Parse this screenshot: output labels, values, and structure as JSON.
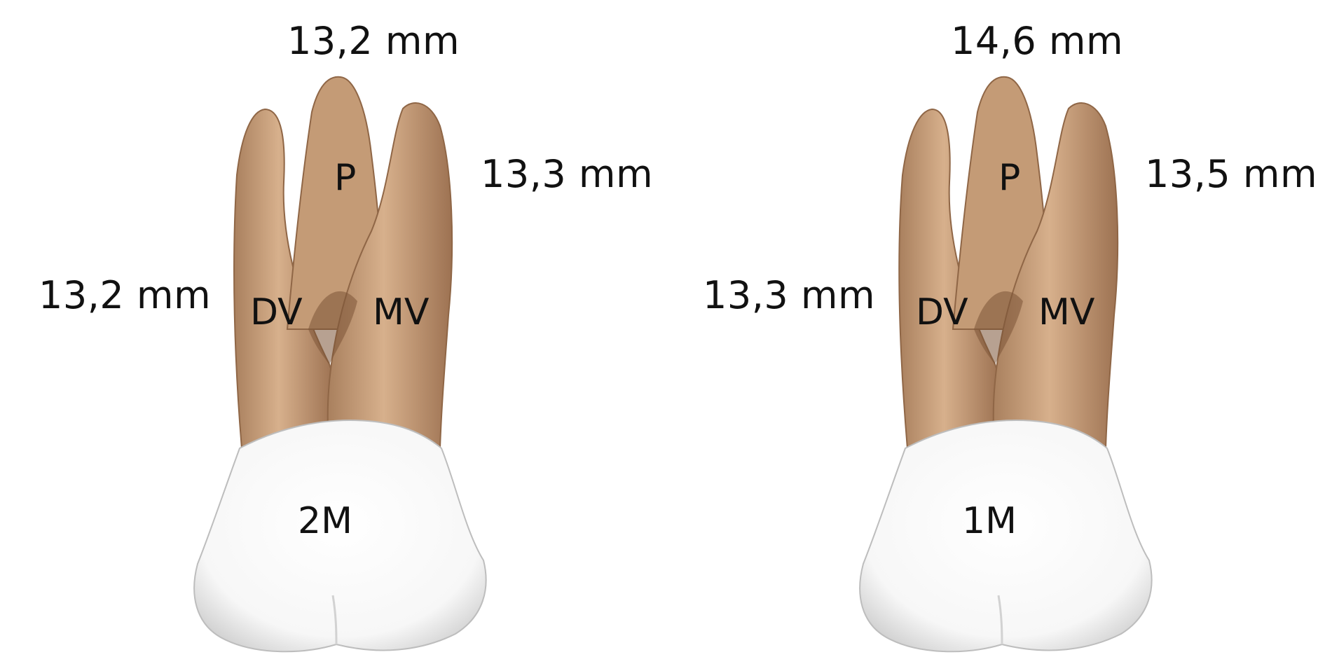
{
  "teeth": [
    {
      "crown_label": "2M",
      "roots": {
        "palatal": "P",
        "distobuccal": "DV",
        "mesiobuccal": "MV"
      },
      "lengths": {
        "palatal": "13,2 mm",
        "distobuccal": "13,2 mm",
        "mesiobuccal": "13,3 mm"
      }
    },
    {
      "crown_label": "1M",
      "roots": {
        "palatal": "P",
        "distobuccal": "DV",
        "mesiobuccal": "MV"
      },
      "lengths": {
        "palatal": "14,6 mm",
        "distobuccal": "13,3 mm",
        "mesiobuccal": "13,5 mm"
      }
    }
  ],
  "colors": {
    "root": "#c8a07c",
    "root_shadow": "#8f6646",
    "root_highlight": "#e2c3a3",
    "crown": "#ffffff",
    "crown_shadow": "#c9c9c9",
    "text": "#111111",
    "background": "#ffffff"
  }
}
